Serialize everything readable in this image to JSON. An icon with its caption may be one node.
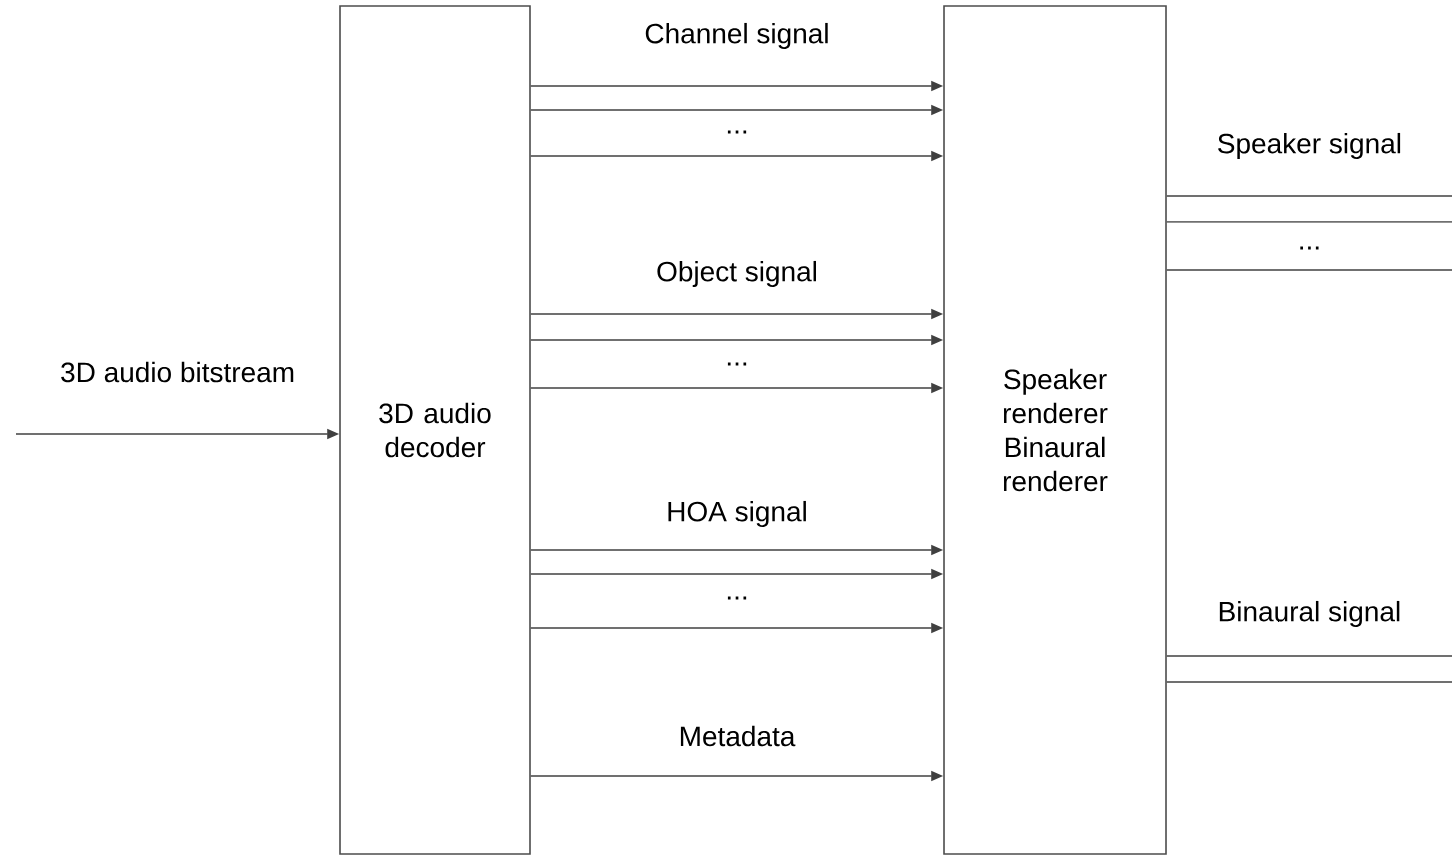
{
  "diagram": {
    "nodes": [
      {
        "text": [
          "3D audio decoder"
        ]
      },
      {
        "text": [
          "Speaker renderer",
          "Binaural renderer"
        ]
      }
    ],
    "edges": [
      {
        "from": null,
        "to": 0,
        "arrow": "to",
        "label": "3D audio bitstream"
      },
      {
        "from": 0,
        "to": 1,
        "arrow": "to",
        "label": "Channel signal"
      },
      {
        "from": 0,
        "to": 1,
        "arrow": "to"
      },
      {
        "from": 0,
        "to": 1,
        "arrow": "to",
        "label": "..."
      },
      {
        "from": 0,
        "to": 1,
        "arrow": "to",
        "label": "Object signal"
      },
      {
        "from": 0,
        "to": 1,
        "arrow": "to"
      },
      {
        "from": 0,
        "to": 1,
        "arrow": "to",
        "label": "..."
      },
      {
        "from": 0,
        "to": 1,
        "arrow": "to",
        "label": "HOA signal"
      },
      {
        "from": 0,
        "to": 1,
        "arrow": "to"
      },
      {
        "from": 0,
        "to": 1,
        "arrow": "to",
        "label": "..."
      },
      {
        "from": 0,
        "to": 1,
        "arrow": "to",
        "label": "Metadata"
      },
      {
        "from": 1,
        "to": null,
        "arrow": "none",
        "label": "Speaker signal"
      },
      {
        "from": 1,
        "to": null,
        "arrow": "none"
      },
      {
        "from": 1,
        "to": null,
        "arrow": "none",
        "label": "..."
      },
      {
        "from": 1,
        "to": null,
        "arrow": "none",
        "label": "Binaural signal"
      },
      {
        "from": 1,
        "to": null,
        "arrow": "none"
      }
    ]
  }
}
